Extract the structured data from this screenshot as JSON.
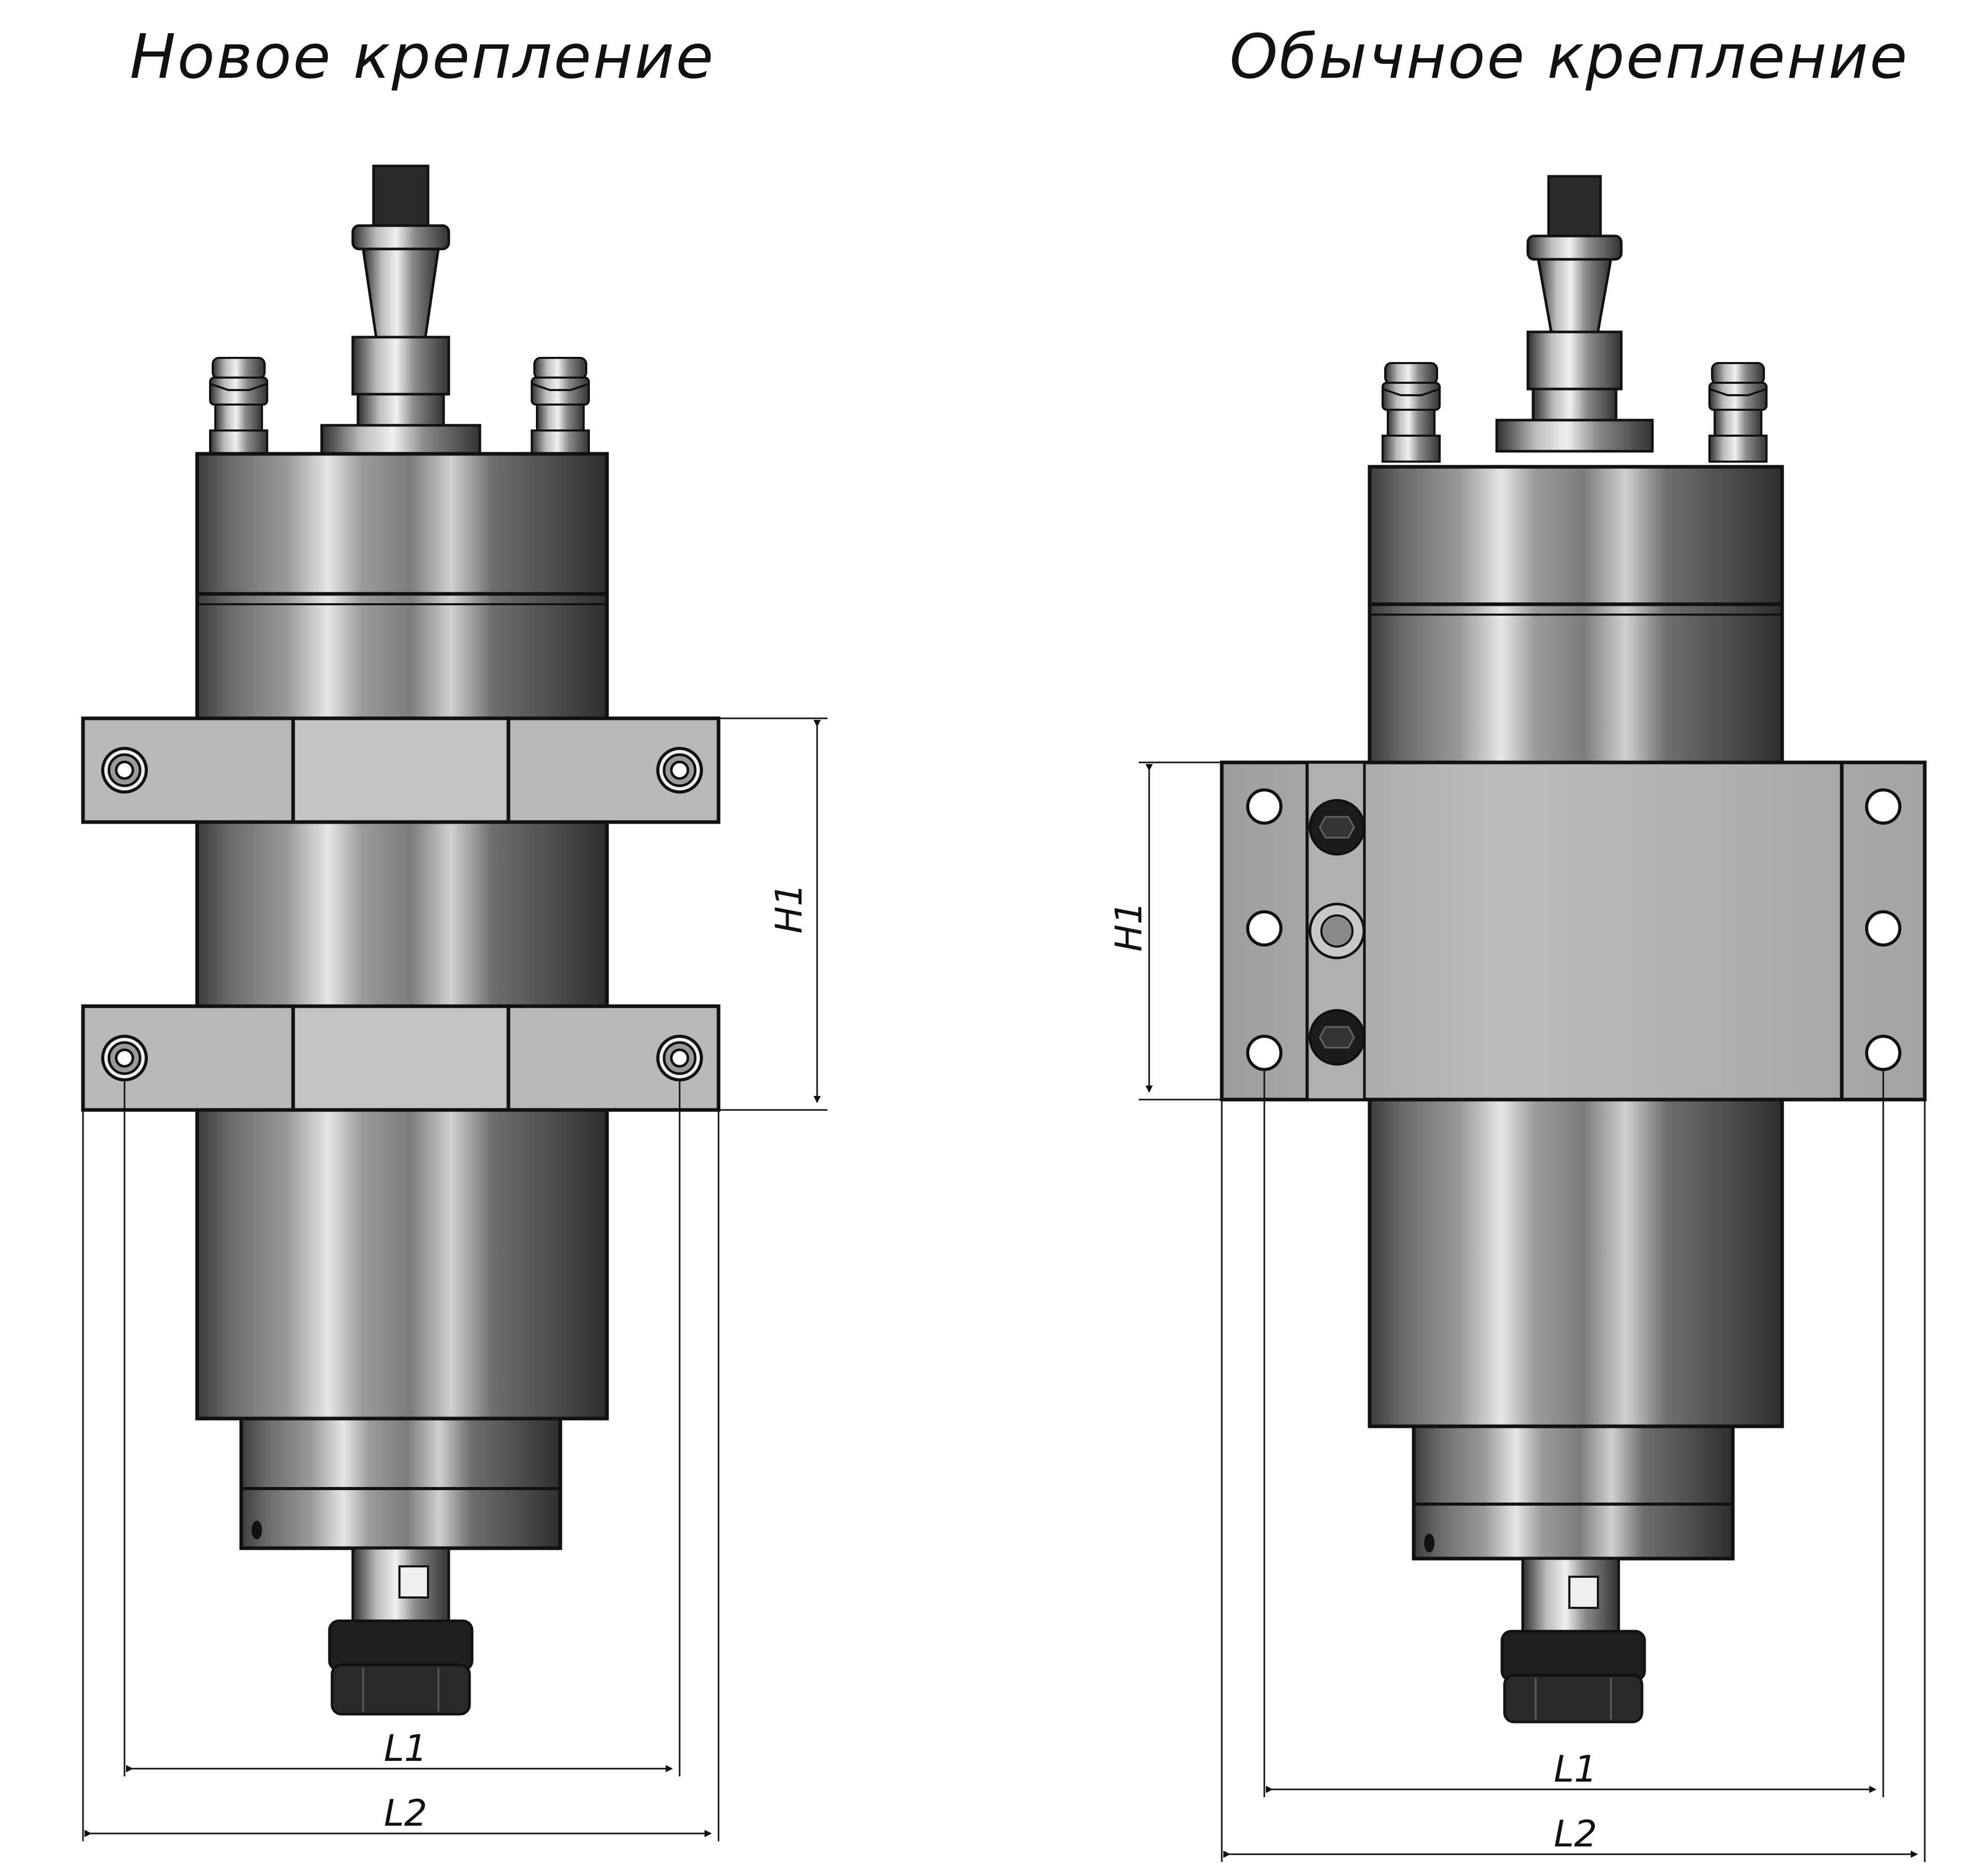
{
  "titles": {
    "new_mount": "Новое крепление",
    "standard_mount": "Обычное крепление"
  },
  "dimensions": {
    "h1": "H1",
    "l1": "L1",
    "l2": "L2"
  },
  "colors": {
    "outline": "#111111",
    "steel_light": "#d8d8d8",
    "steel_dark": "#4a4a4a",
    "clamp_gray": "#b8b8b8",
    "block_gray": "#a9a9a9",
    "collet_nut": "#1c1c1c"
  }
}
